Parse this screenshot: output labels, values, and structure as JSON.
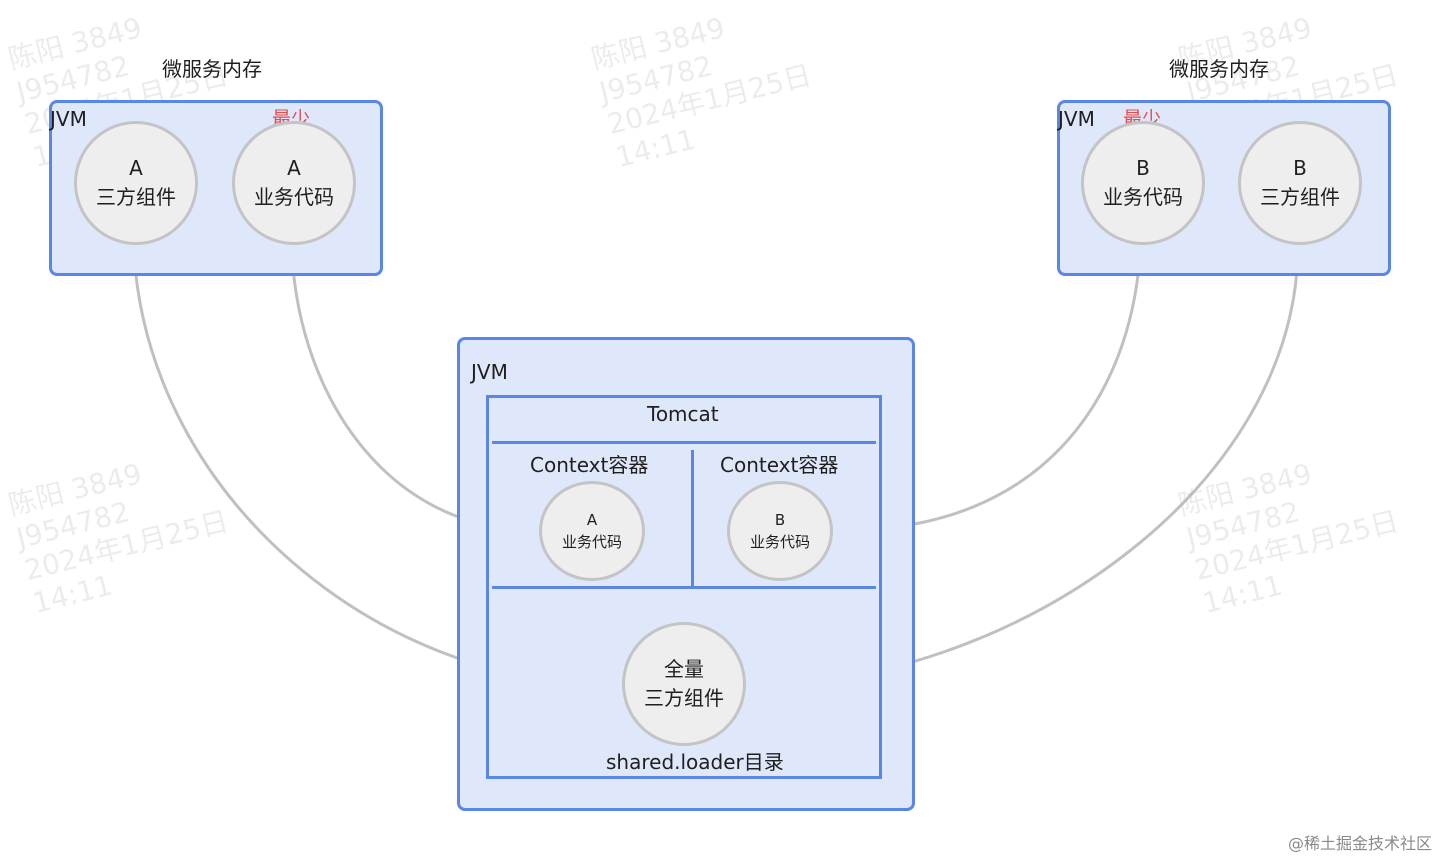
{
  "left_block": {
    "memory_label": "微服务内存",
    "jvm_label": "JVM",
    "least_label": "最少",
    "circle_third": {
      "line1": "A",
      "line2": "三方组件"
    },
    "circle_biz": {
      "line1": "A",
      "line2": "业务代码"
    }
  },
  "right_block": {
    "memory_label": "微服务内存",
    "jvm_label": "JVM",
    "least_label": "最少",
    "circle_biz": {
      "line1": "B",
      "line2": "业务代码"
    },
    "circle_third": {
      "line1": "B",
      "line2": "三方组件"
    }
  },
  "center_block": {
    "jvm_label": "JVM",
    "tomcat_label": "Tomcat",
    "context_a": {
      "label": "Context容器",
      "line1": "A",
      "line2": "业务代码"
    },
    "context_b": {
      "label": "Context容器",
      "line1": "B",
      "line2": "业务代码"
    },
    "shared": {
      "line1": "全量",
      "line2": "三方组件",
      "label": "shared.loader目录"
    }
  },
  "watermark": {
    "line1": "陈阳 3849",
    "line2": "J954782",
    "line3": "2024年1月25日",
    "line4": "14:11"
  },
  "footer": "@稀土掘金技术社区",
  "colors": {
    "box_border": "#5a86e6",
    "box_fill": "#dfe7fb",
    "circle_fill": "#eeeeee",
    "arrow": "#c0c0c0",
    "accent_red": "#e84a4a"
  }
}
